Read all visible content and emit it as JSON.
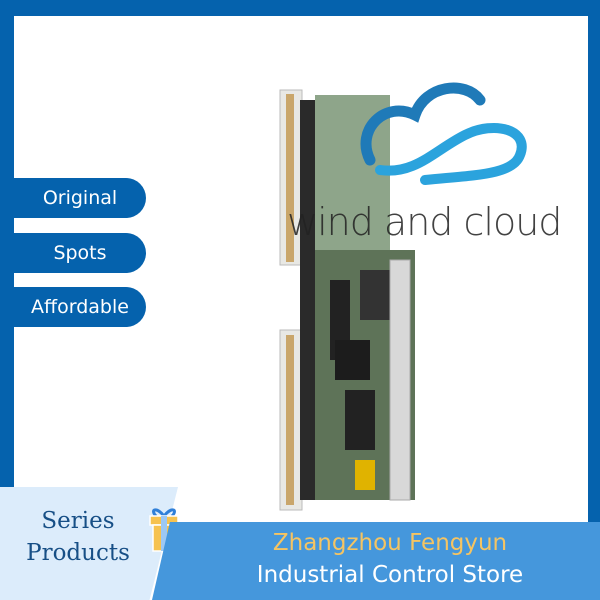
{
  "badges": [
    "Original",
    "Spots",
    "Affordable"
  ],
  "logo": {
    "text": "wind and cloud"
  },
  "footer": {
    "series_line1": "Series",
    "series_line2": "Products",
    "store_name": "Zhangzhou Fengyun",
    "store_type": "Industrial Control Store"
  },
  "colors": {
    "frame": "#0562ad",
    "banner": "#4597dc",
    "accent_text": "#f5c462",
    "panel": "#dcecfb"
  }
}
